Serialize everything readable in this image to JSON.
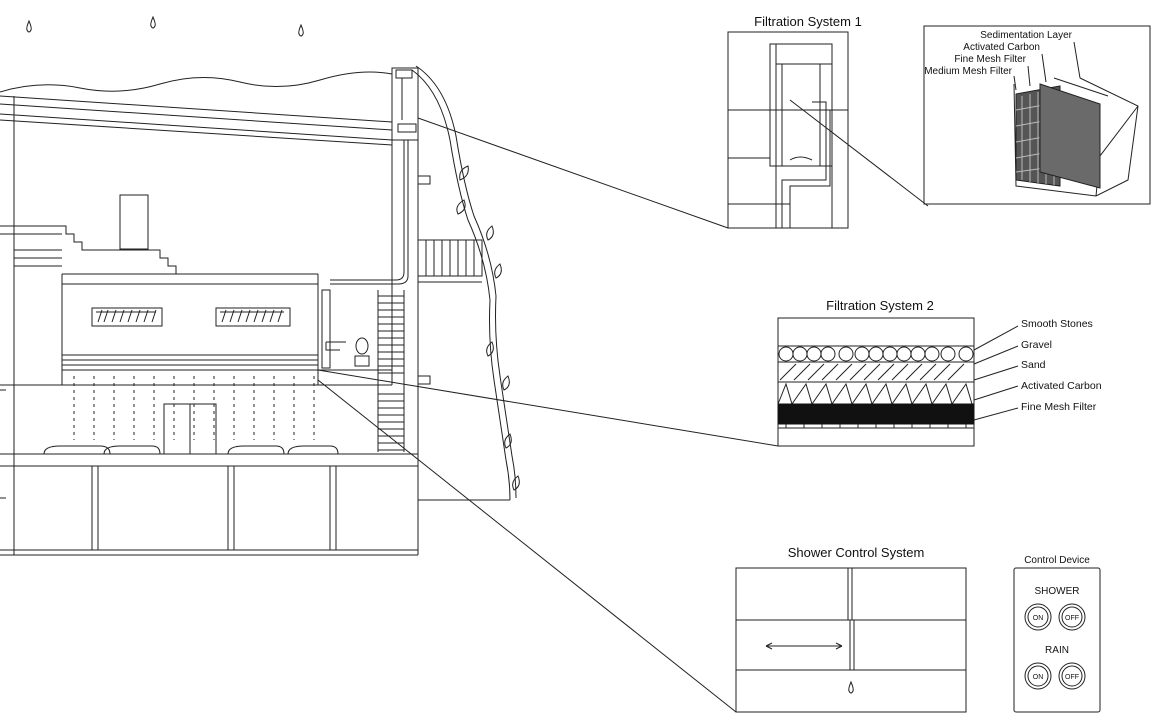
{
  "filtration_system_1": {
    "title": "Filtration System 1",
    "layers": [
      "Sedimentation Layer",
      "Activated Carbon",
      "Fine Mesh Filter",
      "Medium Mesh Filter"
    ]
  },
  "filtration_system_2": {
    "title": "Filtration System 2",
    "layers": [
      "Smooth Stones",
      "Gravel",
      "Sand",
      "Activated Carbon",
      "Fine Mesh Filter"
    ]
  },
  "shower_control_system": {
    "title": "Shower Control System"
  },
  "control_device": {
    "title": "Control Device",
    "groups": [
      {
        "label": "SHOWER",
        "on": "ON",
        "off": "OFF"
      },
      {
        "label": "RAIN",
        "on": "ON",
        "off": "OFF"
      }
    ]
  },
  "colors": {
    "line": "#222222",
    "background": "#ffffff",
    "dark_filter": "#111111",
    "mesh_gray": "#555555"
  }
}
